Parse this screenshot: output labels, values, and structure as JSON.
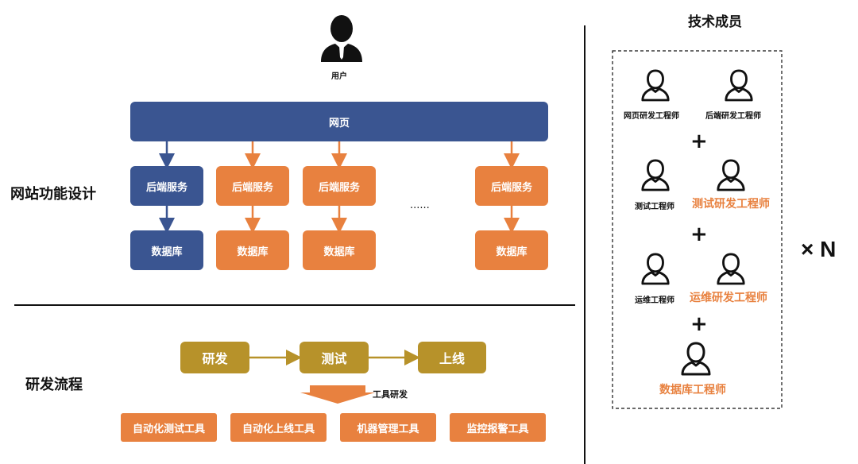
{
  "top": {
    "user_label": "用户",
    "web_label": "网页",
    "backend_label": "后端服务",
    "db_label": "数据库",
    "ellipsis": "......",
    "section_label": "网站功能设计"
  },
  "process": {
    "section_label": "研发流程",
    "steps": [
      "研发",
      "测试",
      "上线"
    ],
    "tool_dev_label": "工具研发",
    "tools": [
      "自动化测试工具",
      "自动化上线工具",
      "机器管理工具",
      "监控报警工具"
    ]
  },
  "team": {
    "title": "技术成员",
    "roles": {
      "web_eng": "网页研发工程师",
      "backend_eng": "后端研发工程师",
      "test_eng": "测试工程师",
      "test_dev_eng": "测试研发工程师",
      "ops_eng": "运维工程师",
      "ops_dev_eng": "运维研发工程师",
      "db_eng": "数据库工程师"
    },
    "plus": "+",
    "multiplier": "× N"
  },
  "colors": {
    "blue": "#3a5591",
    "orange": "#e8813f",
    "olive": "#b7922a"
  }
}
